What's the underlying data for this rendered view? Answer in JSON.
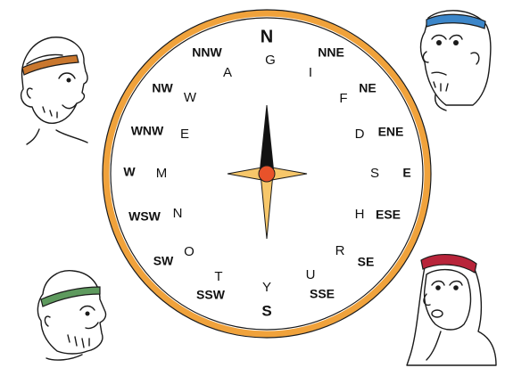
{
  "compass": {
    "ring_color": "#F0A23B",
    "needle_dark": "#111111",
    "needle_light": "#F7C76A",
    "center_color": "#E8522A",
    "directions": {
      "n": "N",
      "nne": "NNE",
      "ne": "NE",
      "ene": "ENE",
      "e": "E",
      "ese": "ESE",
      "se": "SE",
      "sse": "SSE",
      "s": "S",
      "ssw": "SSW",
      "sw": "SW",
      "wsw": "WSW",
      "w": "W",
      "wnw": "WNW",
      "nw": "NW",
      "nnw": "NNW"
    },
    "letters": {
      "n": "G",
      "nne": "I",
      "ne": "F",
      "ene": "D",
      "e": "S",
      "ese": "H",
      "se": "R",
      "sse": "U",
      "s": "Y",
      "ssw": "T",
      "sw": "O",
      "wsw": "N",
      "w": "M",
      "wnw": "E",
      "nw": "W",
      "nnw": "A"
    }
  },
  "people": [
    {
      "position": "top-left",
      "headband_color": "#C9772E"
    },
    {
      "position": "top-right",
      "headband_color": "#3C86C9"
    },
    {
      "position": "bottom-left",
      "headband_color": "#5E9A5E"
    },
    {
      "position": "bottom-right",
      "headband_color": "#B8243A"
    }
  ]
}
